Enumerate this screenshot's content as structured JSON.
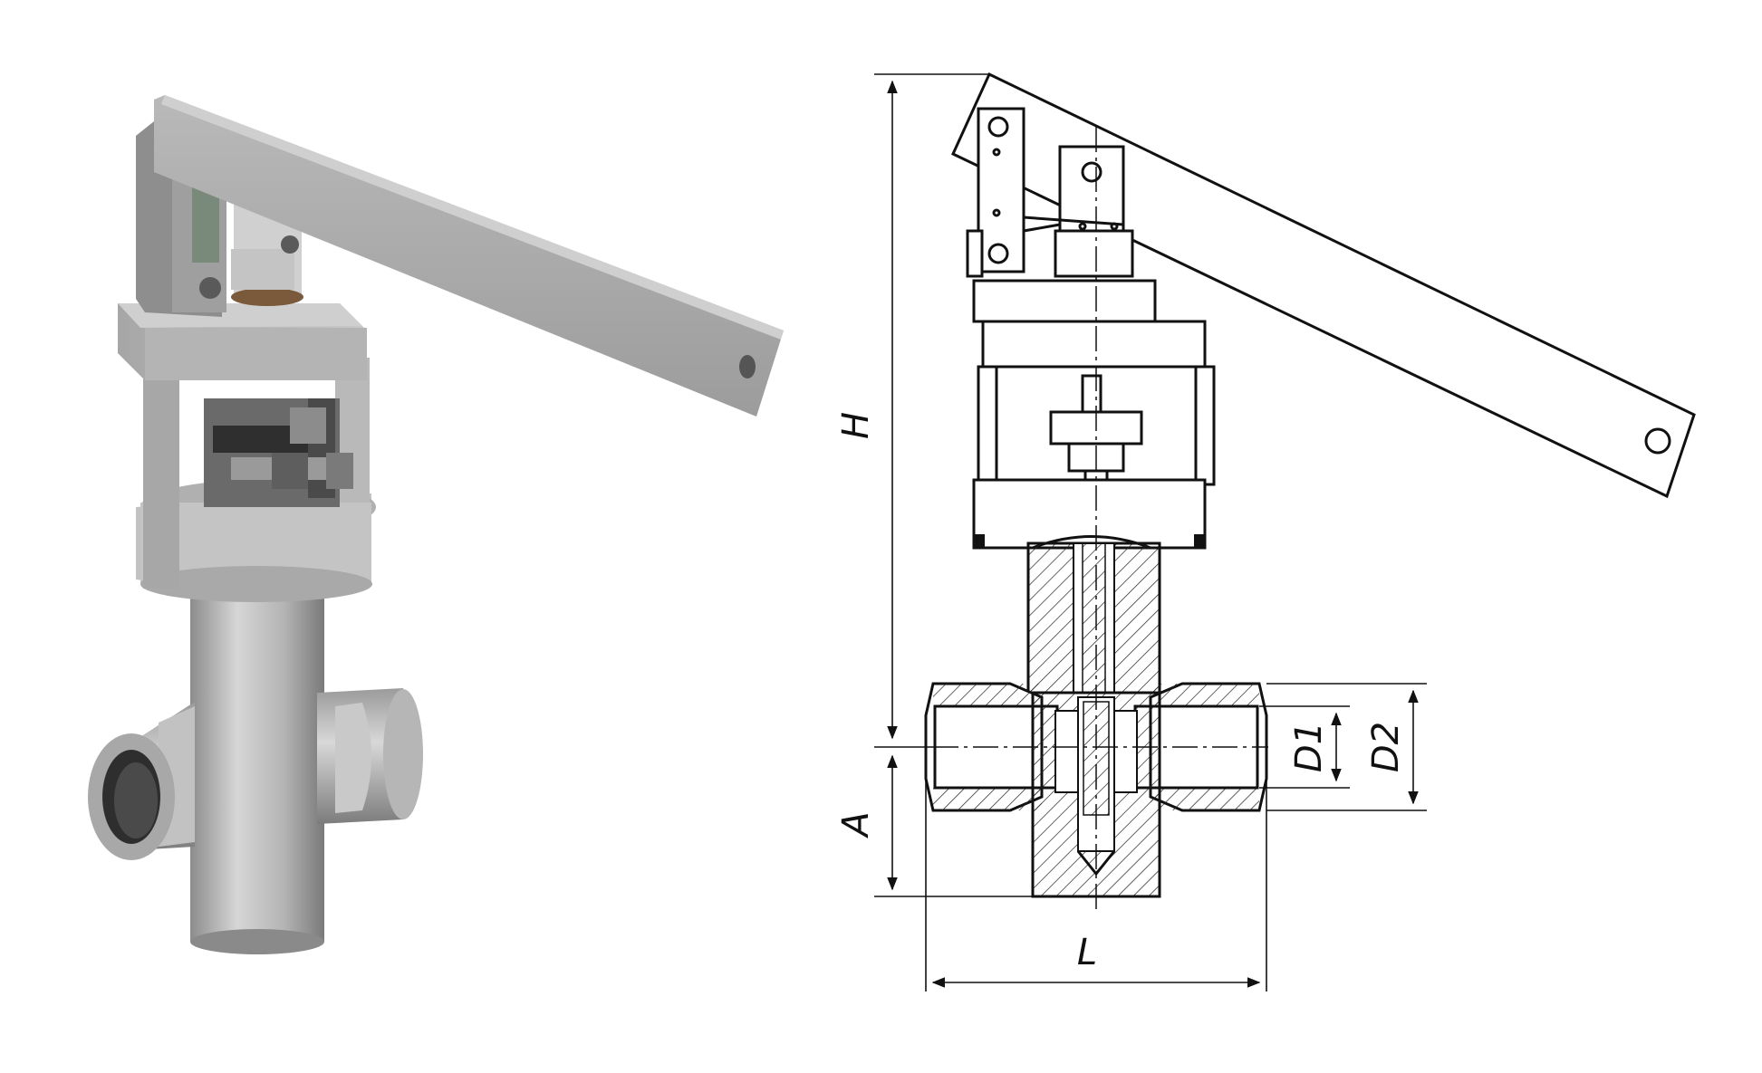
{
  "drawing": {
    "dimensions": {
      "height": "H",
      "axis_offset": "A",
      "length": "L",
      "inner_diameter": "D1",
      "outer_diameter": "D2"
    }
  }
}
